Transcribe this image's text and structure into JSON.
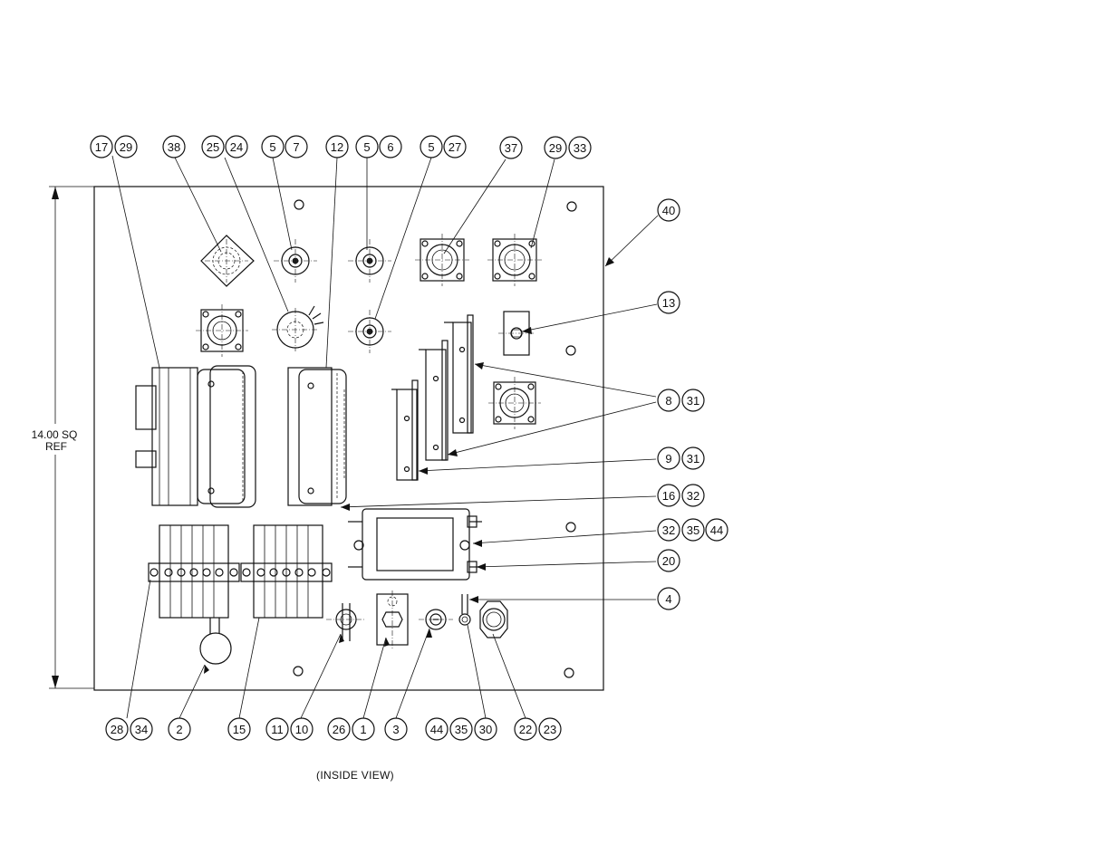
{
  "dimension": {
    "line1": "14.00 SQ",
    "line2": "REF"
  },
  "view_label": "(INSIDE VIEW)",
  "callouts": {
    "c17": "17",
    "c29a": "29",
    "c38": "38",
    "c25": "25",
    "c24": "24",
    "c5a": "5",
    "c7": "7",
    "c12": "12",
    "c5b": "5",
    "c6": "6",
    "c5c": "5",
    "c27": "27",
    "c37": "37",
    "c29b": "29",
    "c33": "33",
    "c40": "40",
    "c13": "13",
    "c8": "8",
    "c31a": "31",
    "c9": "9",
    "c31b": "31",
    "c16": "16",
    "c32a": "32",
    "c32b": "32",
    "c35a": "35",
    "c44a": "44",
    "c20": "20",
    "c4": "4",
    "c28": "28",
    "c34": "34",
    "c2": "2",
    "c15": "15",
    "c11": "11",
    "c10": "10",
    "c26": "26",
    "c1": "1",
    "c3": "3",
    "c44b": "44",
    "c35b": "35",
    "c30": "30",
    "c22": "22",
    "c23": "23"
  }
}
